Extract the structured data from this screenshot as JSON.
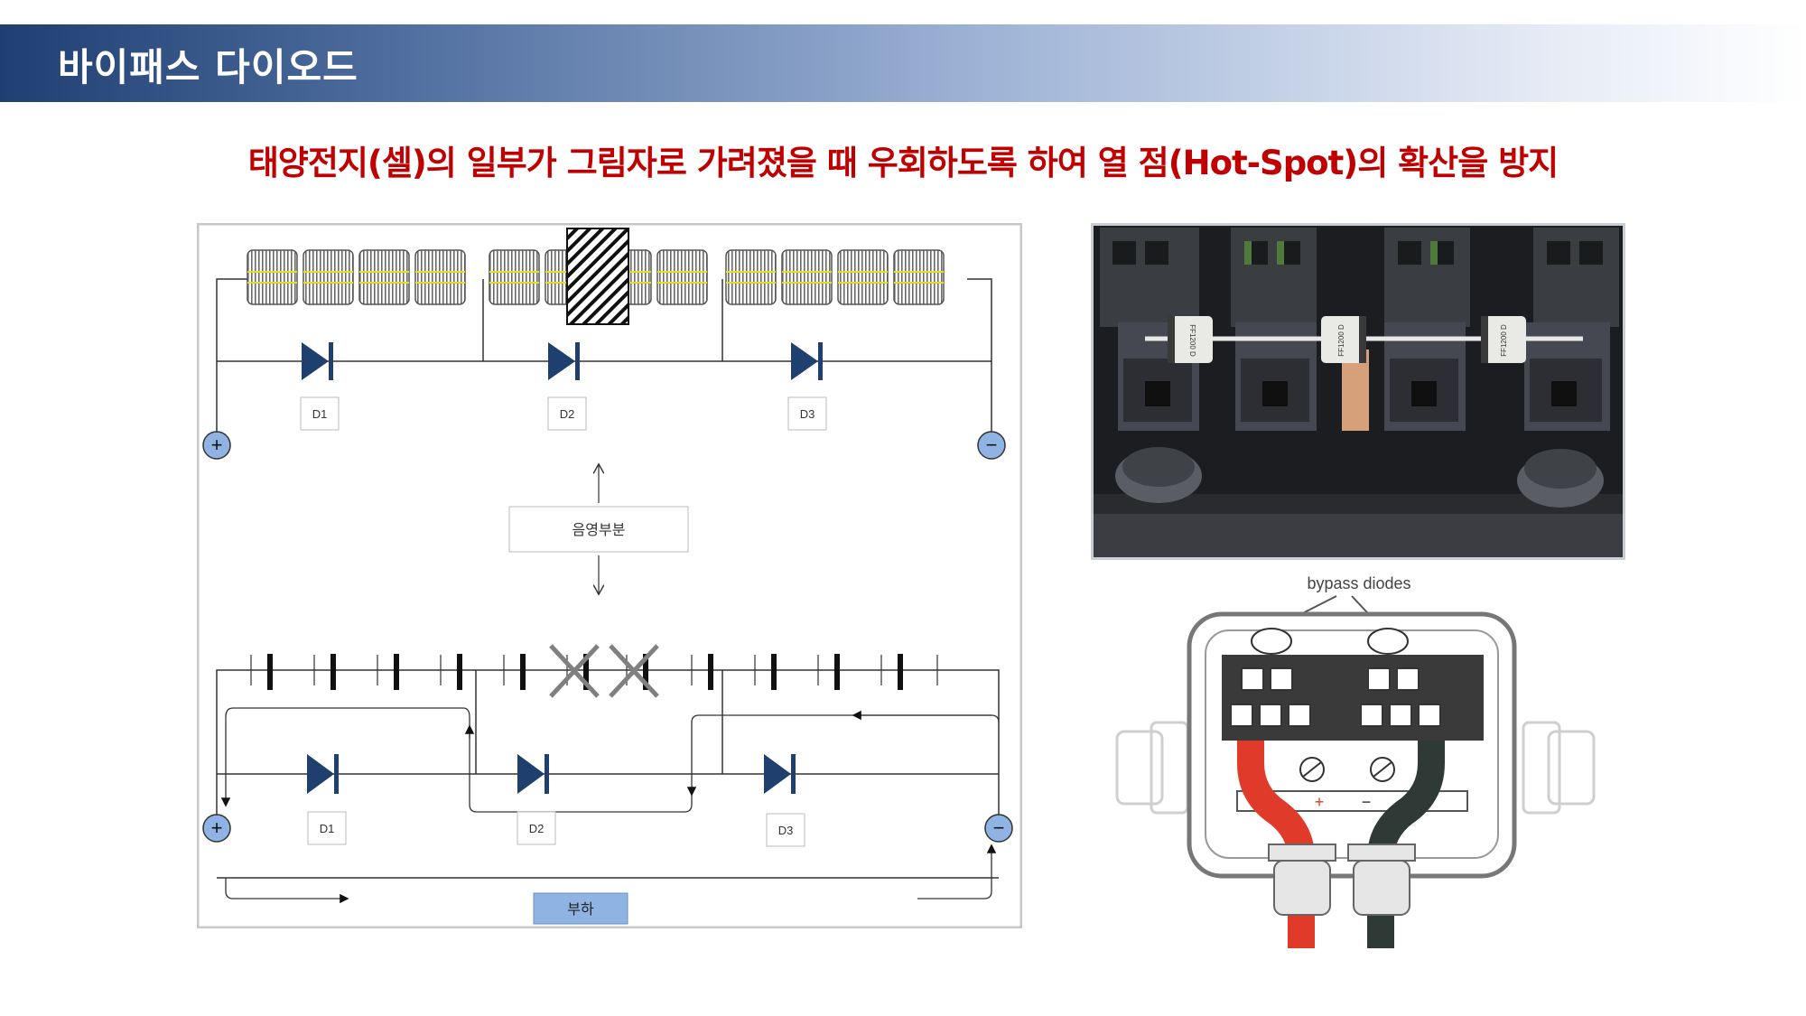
{
  "header": {
    "title": "바이패스 다이오드",
    "subtitle": "태양전지(셀)의 일부가 그림자로 가려졌을 때 우회하도록 하여 열 점(Hot-Spot)의 확산을 방지"
  },
  "diagram": {
    "top_diode_labels": [
      "D1",
      "D2",
      "D3"
    ],
    "bottom_diode_labels": [
      "D1",
      "D2",
      "D3"
    ],
    "shaded_label": "음영부분",
    "load_label": "부하",
    "plus_symbol": "+",
    "minus_symbol": "−"
  },
  "photo": {
    "diode_markings": [
      "FF1200 D",
      "FF1200 D",
      "FF1200 D"
    ]
  },
  "junction_box": {
    "label": "bypass diodes",
    "plus_symbol": "+",
    "minus_symbol": "−"
  },
  "colors": {
    "title_gradient_start": "#1f3f72",
    "subtitle": "#c00000",
    "diode": "#1f3f6e",
    "terminal_fill": "#8fb4e3",
    "load_fill": "#8fb4e3",
    "wire_red": "#e03a2a",
    "wire_black": "#2f3a36"
  }
}
